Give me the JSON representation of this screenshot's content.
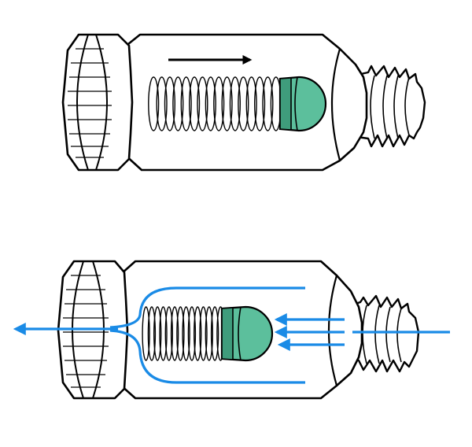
{
  "diagram": {
    "colors": {
      "outline": "#000000",
      "body_fill": "#ffffff",
      "ball": "#5cbf9c",
      "ball_shadow": "#3f9c7c",
      "flow": "#1a8be6"
    },
    "views": [
      {
        "name": "closed-state",
        "motion_arrow": "right"
      },
      {
        "name": "open-state",
        "flow_direction": "right-to-left"
      }
    ]
  }
}
